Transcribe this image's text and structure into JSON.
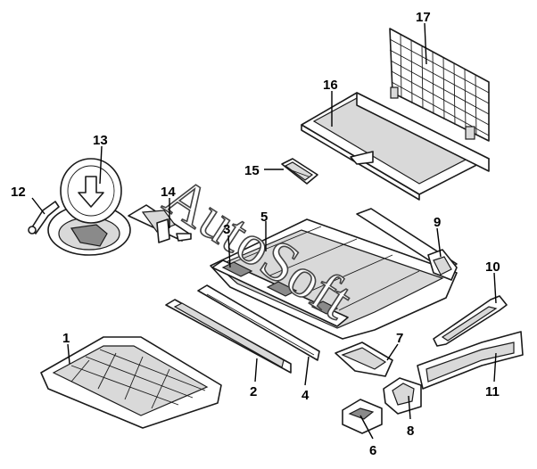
{
  "watermark": "AutoSoft",
  "callouts": [
    "1",
    "2",
    "3",
    "4",
    "5",
    "6",
    "7",
    "8",
    "9",
    "10",
    "11",
    "12",
    "13",
    "14",
    "15",
    "16",
    "17"
  ],
  "colors": {
    "line": "#1a1a1a",
    "shade": "#d9d9d9",
    "background": "#ffffff"
  }
}
